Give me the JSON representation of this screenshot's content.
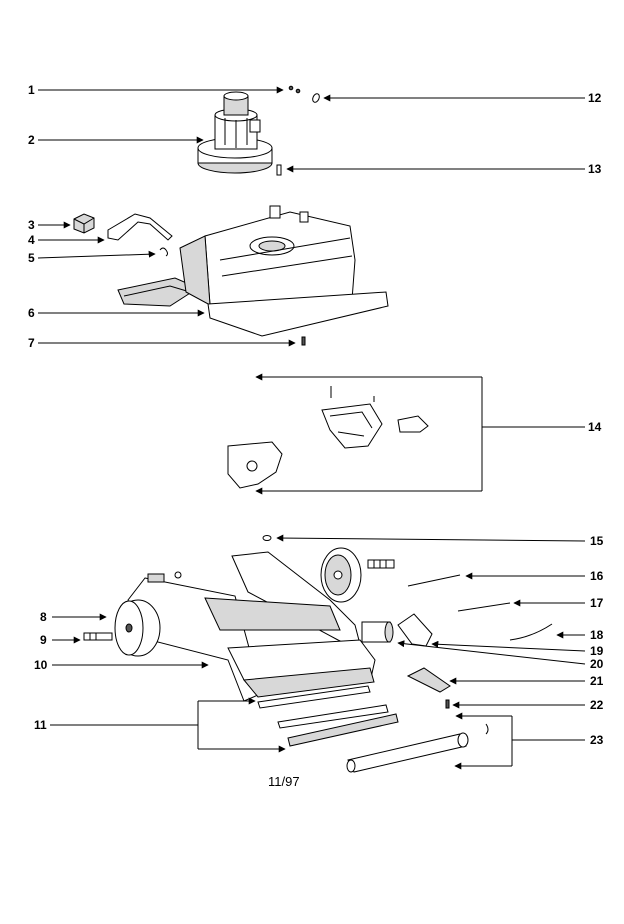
{
  "callouts": [
    "1",
    "2",
    "3",
    "4",
    "5",
    "6",
    "7",
    "8",
    "9",
    "10",
    "11",
    "12",
    "13",
    "14",
    "15",
    "16",
    "17",
    "18",
    "19",
    "20",
    "21",
    "22",
    "23"
  ],
  "date_code": "11/97"
}
